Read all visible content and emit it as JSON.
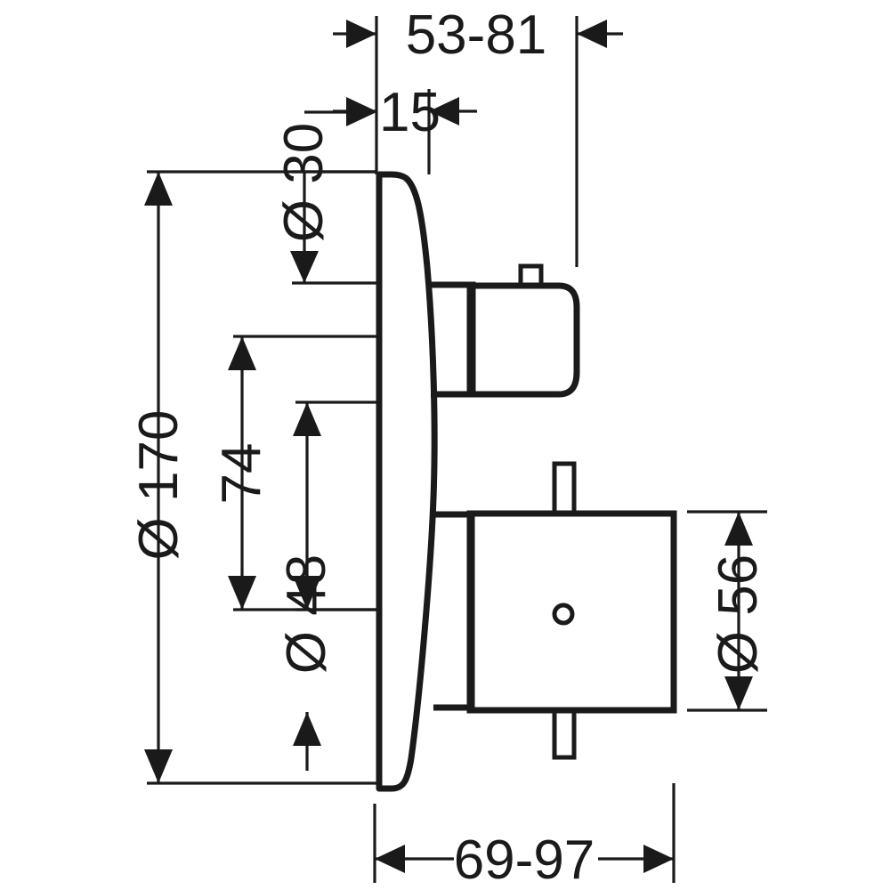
{
  "drawing": {
    "title": "Concealed thermostatic shower mixer installation dimensions",
    "units": "mm",
    "line_color": "#1a1a1a",
    "background_color": "#ffffff"
  },
  "dimensions": {
    "top_outer": {
      "label": "53-81",
      "orientation": "horizontal",
      "position": "top"
    },
    "top_inner": {
      "label": "15",
      "orientation": "horizontal",
      "position": "top"
    },
    "plate_diameter": {
      "label": "Ø 170",
      "orientation": "vertical",
      "position": "left"
    },
    "upper_knob_diameter": {
      "label": "Ø 30",
      "orientation": "vertical",
      "position": "left-upper"
    },
    "center_spacing": {
      "label": "74",
      "orientation": "vertical",
      "position": "left-middle"
    },
    "lower_knob_diameter": {
      "label": "Ø 48",
      "orientation": "vertical",
      "position": "left-lower"
    },
    "handle_diameter": {
      "label": "Ø 56",
      "orientation": "vertical",
      "position": "right"
    },
    "bottom_depth": {
      "label": "69-97",
      "orientation": "horizontal",
      "position": "bottom"
    }
  },
  "parts": {
    "wall_plate": {
      "name": "wall-plate-profile"
    },
    "upper_control": {
      "name": "upper-control-knob"
    },
    "upper_control_tab": {
      "name": "upper-control-tab"
    },
    "lower_control": {
      "name": "lower-control-handle"
    },
    "lower_control_top_tab": {
      "name": "lower-control-top-tab"
    },
    "lower_control_bottom_tab": {
      "name": "lower-control-bottom-tab"
    },
    "lower_control_center_hole": {
      "name": "lower-control-center-hole"
    },
    "upper_neck": {
      "name": "upper-spindle-neck"
    },
    "lower_neck": {
      "name": "lower-spindle-neck"
    }
  }
}
